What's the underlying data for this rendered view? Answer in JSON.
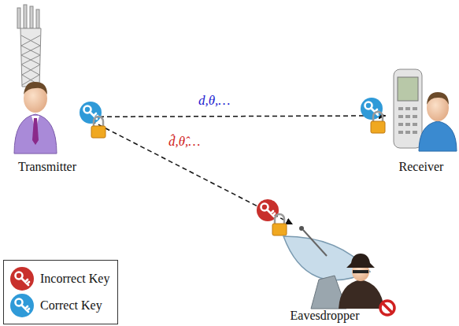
{
  "diagram": {
    "nodes": [
      {
        "text": [
          "Transmitter"
        ]
      },
      {
        "text": [
          "Receiver"
        ]
      },
      {
        "text": [
          "Eavesdropper"
        ]
      }
    ],
    "edges": [
      {
        "from": 0,
        "to": 1,
        "label": "d,θ,…",
        "arrow": "to"
      },
      {
        "from": 0,
        "to": 2,
        "label": "d̂,θ̂,…",
        "arrow": "to"
      }
    ],
    "legend": [
      {
        "text": "Incorrect Key",
        "color": "#c8302c"
      },
      {
        "text": "Correct Key",
        "color": "#2f9ad8"
      }
    ]
  }
}
